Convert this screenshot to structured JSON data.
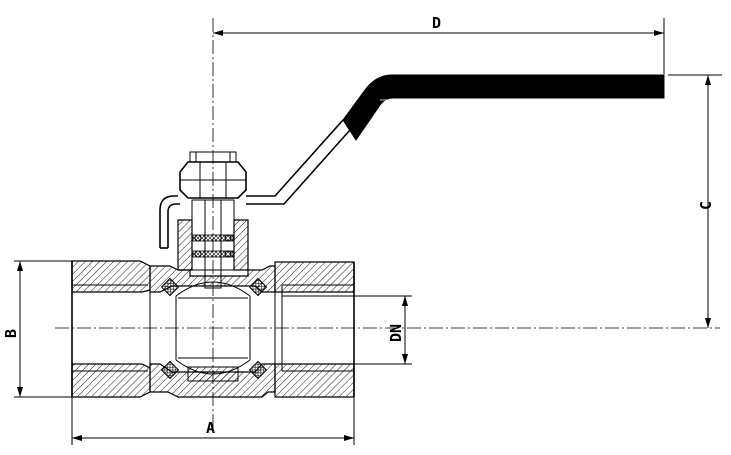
{
  "dimensions": {
    "a_label": "A",
    "b_label": "B",
    "c_label": "C",
    "d_label": "D",
    "dn_label": "DN"
  },
  "colors": {
    "line": "#000000",
    "background": "#ffffff",
    "handle": "#000000"
  }
}
